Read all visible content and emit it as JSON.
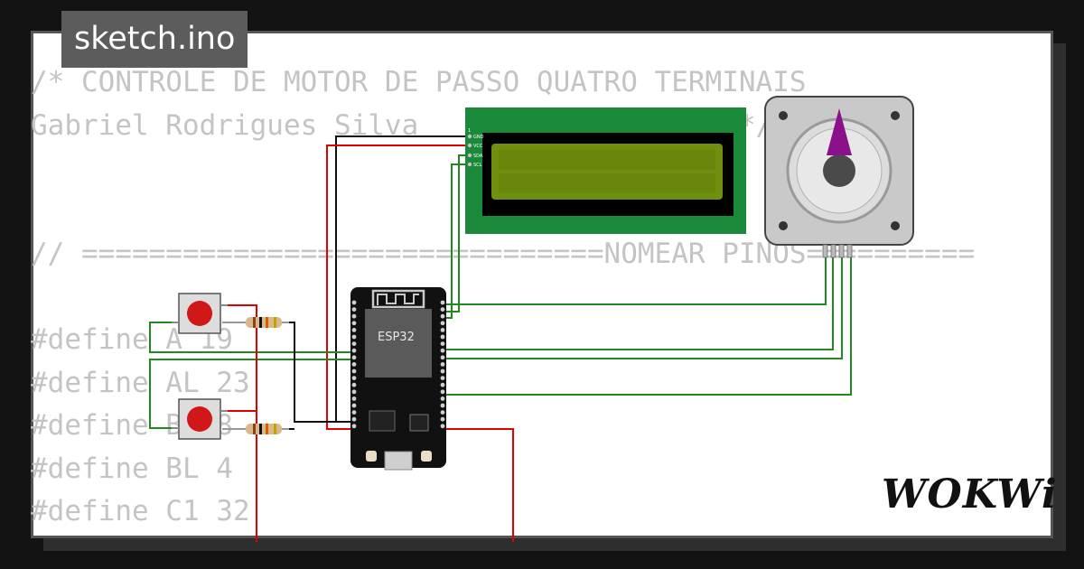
{
  "tab": {
    "filename": "sketch.ino"
  },
  "code_lines": [
    "/* CONTROLE DE MOTOR DE PASSO QUATRO TERMINAIS",
    "Gabriel Rodrigues Silva            /2025/ */",
    "",
    "",
    "// ===============================NOMEAR PINOS==========",
    "",
    "#define A 19",
    "#define AL 23",
    "#define B 18",
    "#define BL 4",
    "#define C1 32"
  ],
  "components": {
    "mcu_label": "ESP32",
    "lcd_pins": [
      "GND",
      "VCC",
      "SDA",
      "SCL"
    ]
  },
  "brand": {
    "name": "WOKWi"
  },
  "colors": {
    "wire_red": "#e00000",
    "wire_black": "#111111",
    "wire_green": "#1f8a1f",
    "lcd_board": "#1a8a3a",
    "lcd_screen": "#6f8f0e",
    "button_red": "#d11818"
  }
}
